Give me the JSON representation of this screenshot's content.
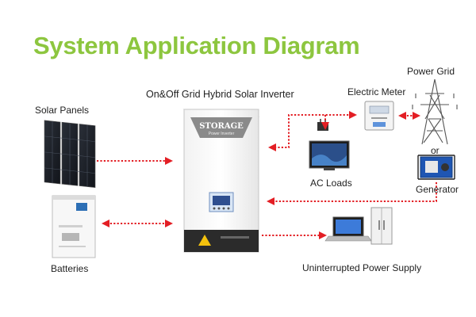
{
  "title": "System Application Diagram",
  "labels": {
    "inverter": "On&Off Grid Hybrid Solar Inverter",
    "solar_panels": "Solar Panels",
    "batteries": "Batteries",
    "electric_meter": "Electric Meter",
    "power_grid": "Power Grid",
    "or": "or",
    "generator": "Generator",
    "ac_loads": "AC Loads",
    "ups": "Uninterrupted Power Supply"
  },
  "inverter_brand": {
    "name": "STORAGE",
    "subtitle": "Power Inverter"
  },
  "colors": {
    "title": "#8dc63f",
    "arrow": "#e31e24",
    "inverter_accent": "#2b2b2b"
  },
  "icons": {
    "solar": "solar-panels-icon",
    "battery": "battery-cabinet-icon",
    "meter": "electric-meter-icon",
    "pylon": "power-pylon-icon",
    "generator": "generator-icon",
    "tv": "tv-icon",
    "laptop": "laptop-icon",
    "fridge": "refrigerator-icon"
  }
}
